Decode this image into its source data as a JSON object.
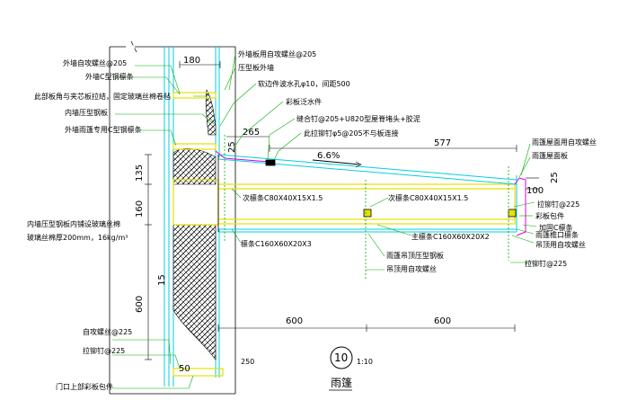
{
  "title": {
    "number": "10",
    "scale": "1:10",
    "name": "雨篷"
  },
  "labels_left": [
    "外墙自攻螺丝@205",
    "外墙C型钢檩条",
    "此部板角与夹芯板拉结，固定玻璃丝棉卷毡",
    "内墙压型钢板",
    "外墙雨篷专用C型钢檩条",
    "内墙压型钢板内铺设玻璃丝棉",
    "玻璃丝棉厚200mm，16kg/m³",
    "自攻螺丝@225",
    "拉铆钉@225",
    "门口上部彩板包件"
  ],
  "labels_top": [
    "外墙板用自攻螺丝@205",
    "压型板外墙",
    "软边件波水孔φ10，间距500",
    "彩板泛水件",
    "缝合钉@205+U820型屋脊堵头+胶泥",
    "此拉铆钉φ5@205不与板连接"
  ],
  "labels_right": [
    "雨篷屋面用自攻螺丝",
    "雨篷屋面板",
    "拉铆钉@225",
    "彩板包件",
    "加固C檩条",
    "雨篷檐口檩条",
    "吊顶用自攻螺丝",
    "拉铆钉@225"
  ],
  "labels_mid": [
    "次檩条C80X40X15X1.5",
    "次檩条C80X40X15X1.5",
    "主檩条C160X60X20X2",
    "雨篷吊顶压型钢板",
    "吊顶用自攻螺丝",
    "檩条C160X60X20X3"
  ],
  "dims": {
    "d180": "180",
    "d265": "265",
    "d25a": "25",
    "d577": "577",
    "slope": "6.6%",
    "d135": "135",
    "d160": "160",
    "d100": "100",
    "d25b": "25",
    "d15": "15",
    "d600v": "600",
    "d600a": "600",
    "d600b": "600",
    "d50": "50",
    "d250": "250"
  },
  "colors": {
    "cyan": "#00cfe0",
    "yellow": "#e8e000",
    "magenta": "#e000e0",
    "green": "#00b000"
  }
}
